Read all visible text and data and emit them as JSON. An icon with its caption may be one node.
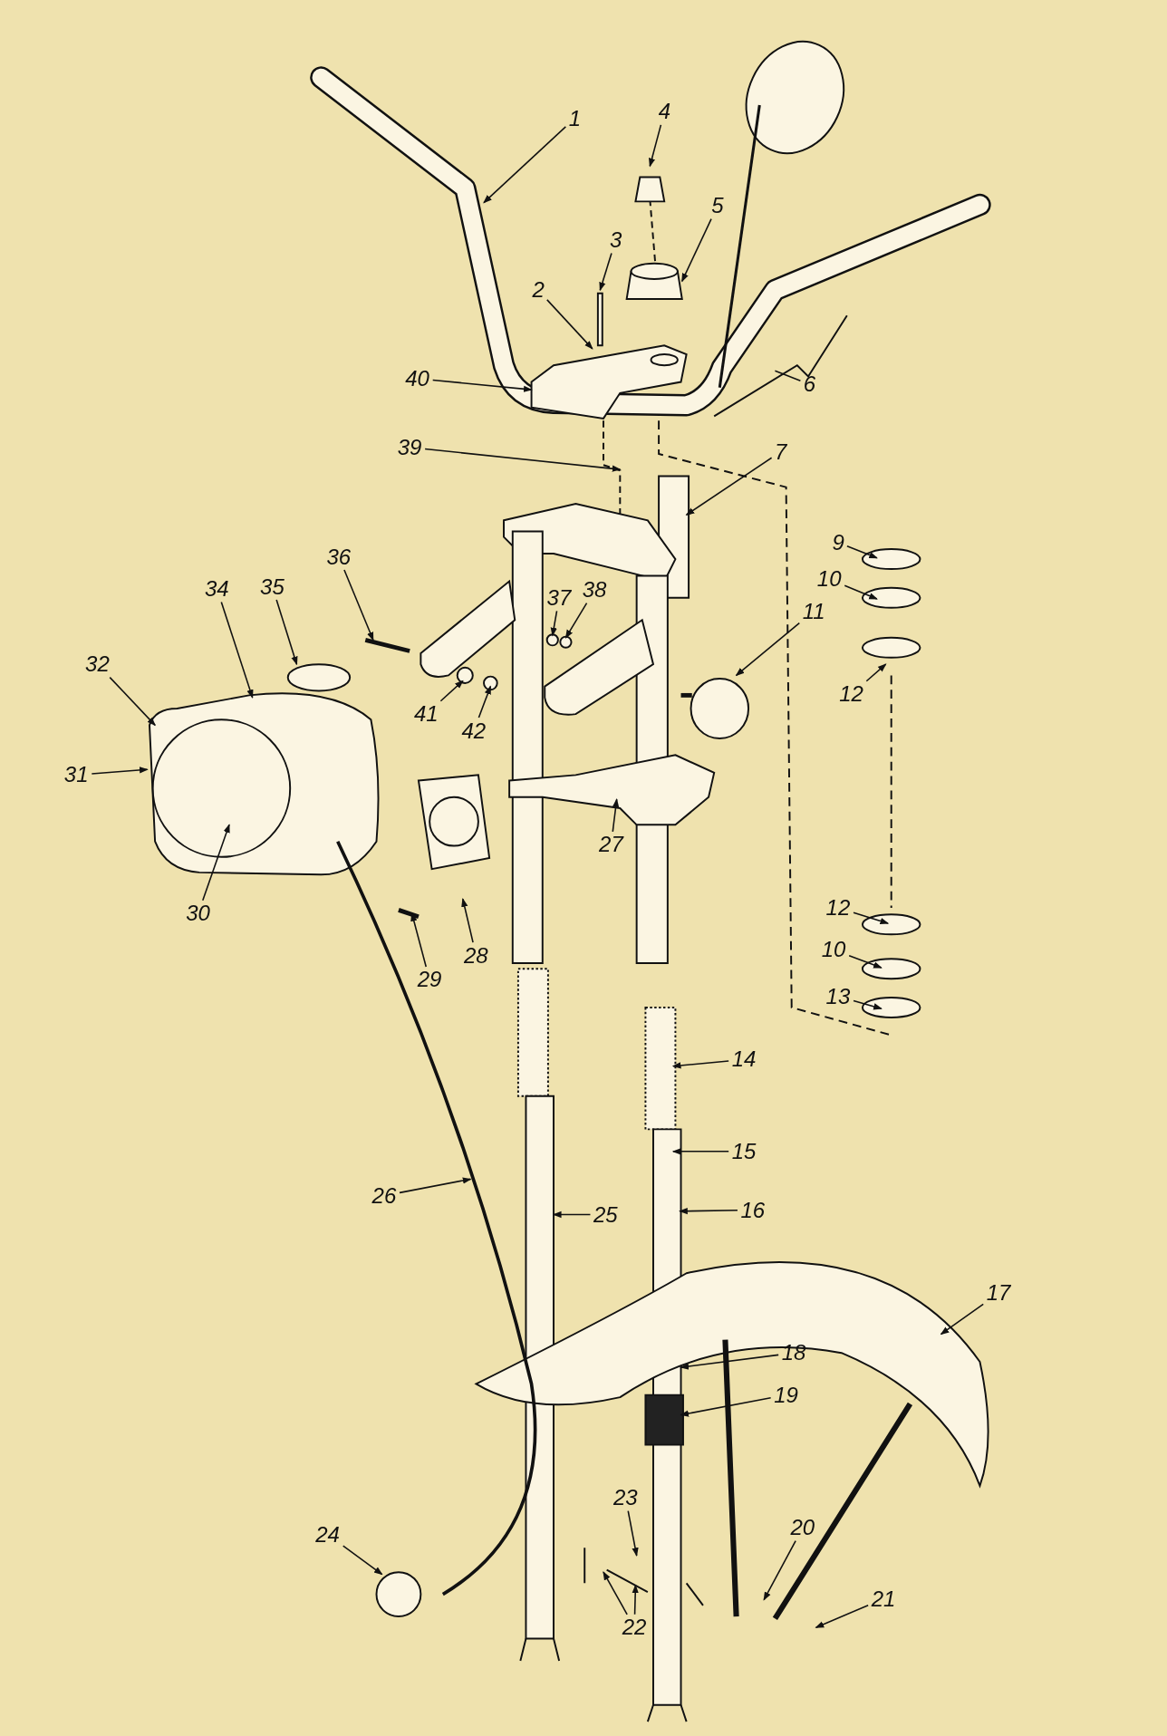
{
  "diagram": {
    "nodes": [
      {
        "text": [
          "1"
        ]
      },
      {
        "text": [
          "4"
        ]
      },
      {
        "text": [
          "5"
        ]
      },
      {
        "text": [
          "3"
        ]
      },
      {
        "text": [
          "2"
        ]
      },
      {
        "text": [
          "6"
        ]
      },
      {
        "text": [
          "40"
        ]
      },
      {
        "text": [
          "39"
        ]
      },
      {
        "text": [
          "7"
        ]
      },
      {
        "text": [
          "9"
        ]
      },
      {
        "text": [
          "10"
        ]
      },
      {
        "text": [
          "36"
        ]
      },
      {
        "text": [
          "34"
        ]
      },
      {
        "text": [
          "35"
        ]
      },
      {
        "text": [
          "37"
        ]
      },
      {
        "text": [
          "38"
        ]
      },
      {
        "text": [
          "11"
        ]
      },
      {
        "text": [
          "12"
        ]
      },
      {
        "text": [
          "32"
        ]
      },
      {
        "text": [
          "41"
        ]
      },
      {
        "text": [
          "42"
        ]
      },
      {
        "text": [
          "31"
        ]
      },
      {
        "text": [
          "27"
        ]
      },
      {
        "text": [
          "30"
        ]
      },
      {
        "text": [
          "28"
        ]
      },
      {
        "text": [
          "12"
        ]
      },
      {
        "text": [
          "10"
        ]
      },
      {
        "text": [
          "29"
        ]
      },
      {
        "text": [
          "13"
        ]
      },
      {
        "text": [
          "14"
        ]
      },
      {
        "text": [
          "15"
        ]
      },
      {
        "text": [
          "26"
        ]
      },
      {
        "text": [
          "16"
        ]
      },
      {
        "text": [
          "25"
        ]
      },
      {
        "text": [
          "17"
        ]
      },
      {
        "text": [
          "18"
        ]
      },
      {
        "text": [
          "19"
        ]
      },
      {
        "text": [
          "23"
        ]
      },
      {
        "text": [
          "20"
        ]
      },
      {
        "text": [
          "24"
        ]
      },
      {
        "text": [
          "21"
        ]
      },
      {
        "text": [
          "22"
        ]
      }
    ],
    "edges": [
      {
        "from": 0,
        "to": null,
        "arrow": "to"
      },
      {
        "from": 1,
        "to": null,
        "arrow": "to"
      },
      {
        "from": 2,
        "to": null,
        "arrow": "to"
      },
      {
        "from": 3,
        "to": null,
        "arrow": "to"
      },
      {
        "from": 4,
        "to": null,
        "arrow": "to"
      },
      {
        "from": 5,
        "to": null,
        "arrow": "none"
      },
      {
        "from": 6,
        "to": null,
        "arrow": "to"
      },
      {
        "from": 7,
        "to": null,
        "arrow": "to"
      },
      {
        "from": 8,
        "to": null,
        "arrow": "to"
      },
      {
        "from": 9,
        "to": null,
        "arrow": "to"
      },
      {
        "from": 10,
        "to": null,
        "arrow": "to"
      },
      {
        "from": 11,
        "to": null,
        "arrow": "to"
      },
      {
        "from": 12,
        "to": null,
        "arrow": "to"
      },
      {
        "from": 13,
        "to": null,
        "arrow": "to"
      },
      {
        "from": 14,
        "to": null,
        "arrow": "to"
      },
      {
        "from": 15,
        "to": null,
        "arrow": "to"
      },
      {
        "from": 16,
        "to": null,
        "arrow": "to"
      },
      {
        "from": 17,
        "to": null,
        "arrow": "to"
      },
      {
        "from": 18,
        "to": null,
        "arrow": "to"
      },
      {
        "from": 19,
        "to": null,
        "arrow": "to"
      },
      {
        "from": 20,
        "to": null,
        "arrow": "to"
      },
      {
        "from": 21,
        "to": null,
        "arrow": "to"
      },
      {
        "from": 22,
        "to": null,
        "arrow": "to"
      },
      {
        "from": 23,
        "to": null,
        "arrow": "to"
      },
      {
        "from": 24,
        "to": null,
        "arrow": "to"
      },
      {
        "from": 25,
        "to": null,
        "arrow": "to"
      },
      {
        "from": 26,
        "to": null,
        "arrow": "to"
      },
      {
        "from": 27,
        "to": null,
        "arrow": "to"
      },
      {
        "from": 28,
        "to": null,
        "arrow": "to"
      },
      {
        "from": 29,
        "to": null,
        "arrow": "to"
      },
      {
        "from": 30,
        "to": null,
        "arrow": "to"
      },
      {
        "from": 31,
        "to": null,
        "arrow": "to"
      },
      {
        "from": 32,
        "to": null,
        "arrow": "to"
      },
      {
        "from": 33,
        "to": null,
        "arrow": "to"
      },
      {
        "from": 34,
        "to": null,
        "arrow": "to"
      },
      {
        "from": 35,
        "to": null,
        "arrow": "to"
      },
      {
        "from": 36,
        "to": null,
        "arrow": "to"
      },
      {
        "from": 37,
        "to": null,
        "arrow": "to"
      },
      {
        "from": 38,
        "to": null,
        "arrow": "to"
      },
      {
        "from": 39,
        "to": null,
        "arrow": "to"
      },
      {
        "from": 40,
        "to": null,
        "arrow": "to"
      },
      {
        "from": 41,
        "to": null,
        "arrow": "to"
      },
      {
        "from": 41,
        "to": null,
        "arrow": "to"
      }
    ]
  }
}
